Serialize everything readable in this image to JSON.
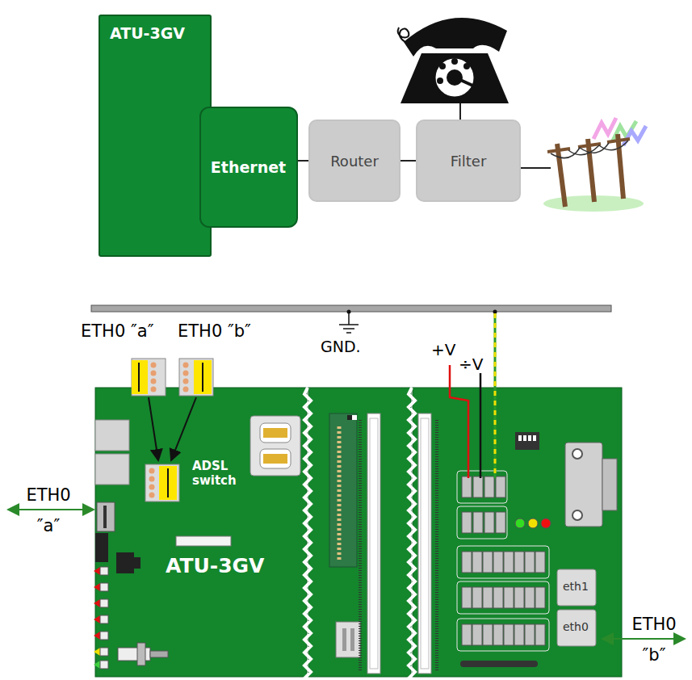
{
  "diagram": {
    "nodes": [
      {
        "text": [
          "ATU-3GV"
        ]
      },
      {
        "text": [
          "Ethernet"
        ],
        "in": 0
      },
      {
        "text": [
          "Router"
        ]
      },
      {
        "text": [
          "Filter"
        ]
      }
    ],
    "edges": [
      {
        "from": 1,
        "to": 2,
        "arrow": "none"
      },
      {
        "from": 2,
        "to": 3,
        "arrow": "none"
      }
    ],
    "labels": [
      "ETH0 ″a″",
      "ETH0 ″b″",
      "GND.",
      "+V",
      "÷V",
      "ADSL switch",
      "ATU-3GV",
      "ETH0 ″a″",
      "eth1",
      "eth0",
      "ETH0 ″b″"
    ]
  }
}
